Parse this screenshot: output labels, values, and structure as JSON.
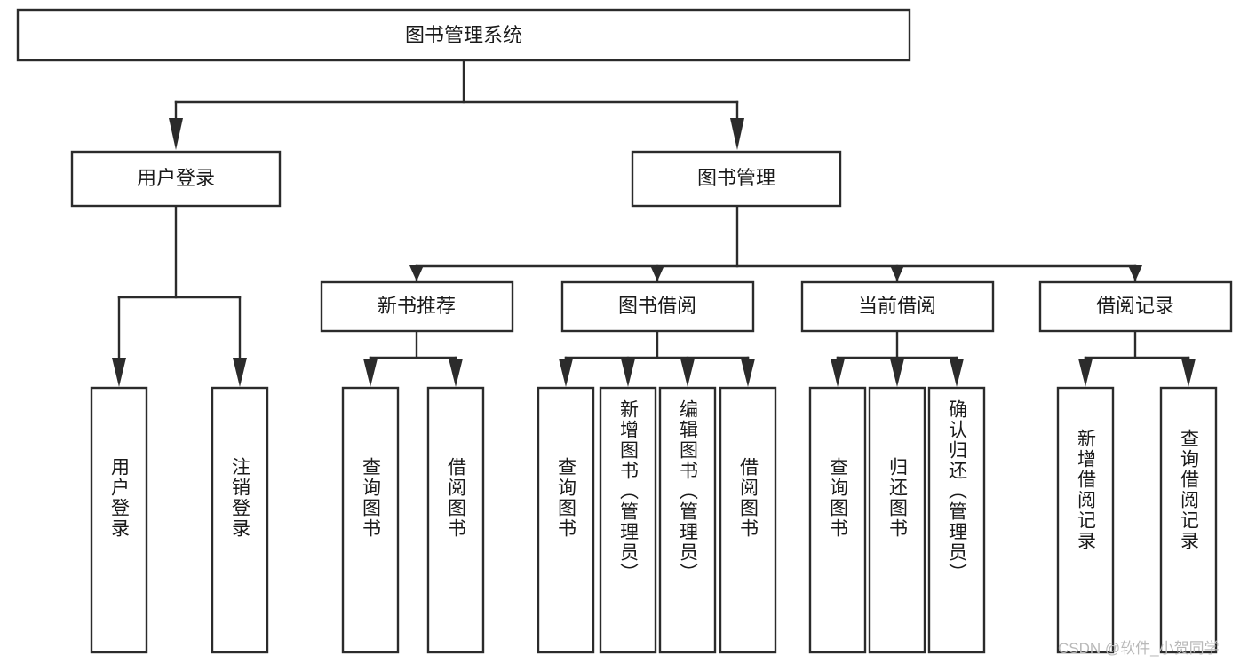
{
  "diagram": {
    "kind": "functional-structure-tree",
    "title": "图书管理系统",
    "watermark": "CSDN @软件_小贺同学",
    "root": {
      "label": "图书管理系统",
      "children": [
        {
          "label": "用户登录",
          "children": [
            {
              "label": "用户登录"
            },
            {
              "label": "注销登录"
            }
          ]
        },
        {
          "label": "图书管理",
          "children": [
            {
              "label": "新书推荐",
              "children": [
                {
                  "label": "查询图书"
                },
                {
                  "label": "借阅图书"
                }
              ]
            },
            {
              "label": "图书借阅",
              "children": [
                {
                  "label": "查询图书"
                },
                {
                  "label": "新增图书（管理员）"
                },
                {
                  "label": "编辑图书（管理员）"
                },
                {
                  "label": "借阅图书"
                }
              ]
            },
            {
              "label": "当前借阅",
              "children": [
                {
                  "label": "查询图书"
                },
                {
                  "label": "归还图书"
                },
                {
                  "label": "确认归还（管理员）"
                }
              ]
            },
            {
              "label": "借阅记录",
              "children": [
                {
                  "label": "新增借阅记录"
                },
                {
                  "label": "查询借阅记录"
                }
              ]
            }
          ]
        }
      ]
    },
    "labels": {
      "root": "图书管理系统",
      "l1_user_login": "用户登录",
      "l1_book_manage": "图书管理",
      "l2_new_book_rec": "新书推荐",
      "l2_book_borrow": "图书借阅",
      "l2_current_borrow": "当前借阅",
      "l2_borrow_record": "借阅记录",
      "leaf_user_login": "用户登录",
      "leaf_logout": "注销登录",
      "leaf_query_book_a": "查询图书",
      "leaf_borrow_book_a": "借阅图书",
      "leaf_query_book_b": "查询图书",
      "leaf_add_book_admin": "新增图书（管理员）",
      "leaf_edit_book_admin": "编辑图书（管理员）",
      "leaf_borrow_book_b": "借阅图书",
      "leaf_query_book_c": "查询图书",
      "leaf_return_book": "归还图书",
      "leaf_confirm_return_admin": "确认归还（管理员）",
      "leaf_add_borrow_record": "新增借阅记录",
      "leaf_query_borrow_record": "查询借阅记录"
    },
    "colors": {
      "stroke": "#2b2b2b",
      "box_fill": "#ffffff",
      "text": "#1a1a1a",
      "background": "#ffffff",
      "watermark": "#b9b9b9"
    }
  }
}
